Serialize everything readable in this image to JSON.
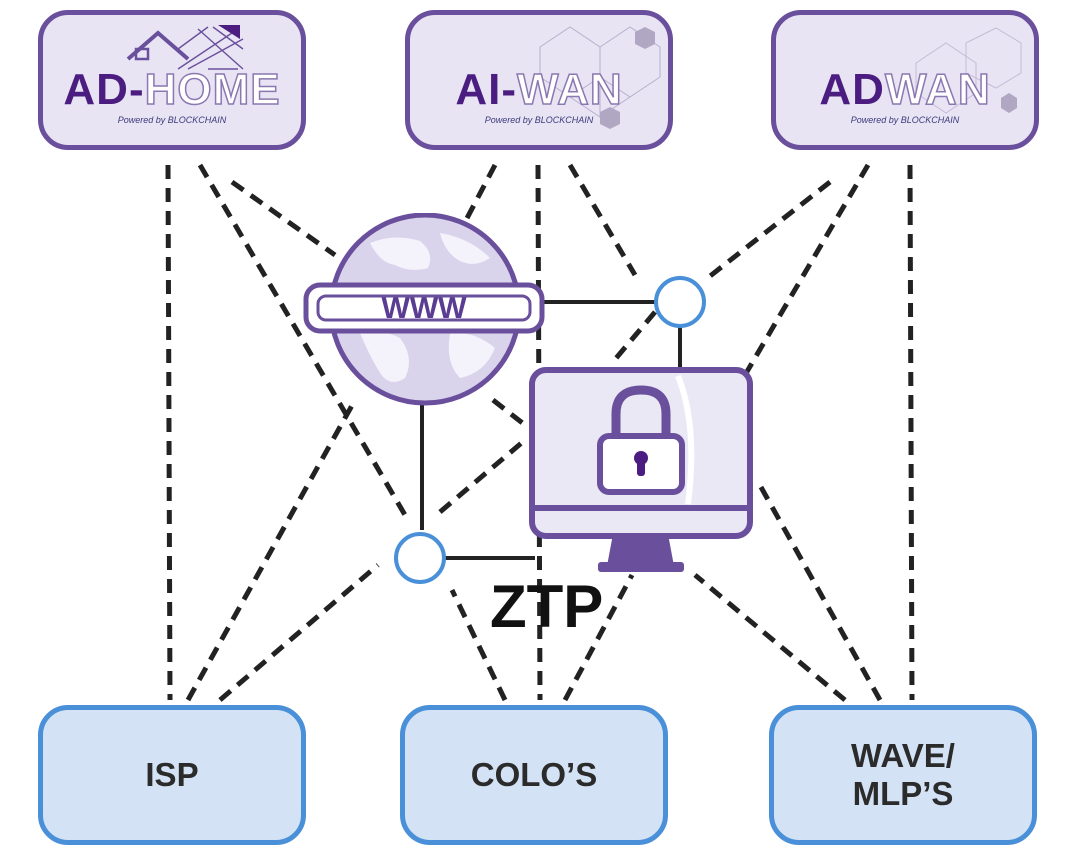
{
  "top_nodes": [
    {
      "id": "ad-home",
      "main_a": "AD-",
      "main_b": "HOME",
      "sub": "Powered by BLOCKCHAIN"
    },
    {
      "id": "ai-wan",
      "main_a": "AI-",
      "main_b": "WAN",
      "sub": "Powered by BLOCKCHAIN"
    },
    {
      "id": "adwan",
      "main_a": "AD",
      "main_b": "WAN",
      "sub": "Powered by BLOCKCHAIN"
    }
  ],
  "bottom_nodes": [
    {
      "id": "isp",
      "label": "ISP"
    },
    {
      "id": "colos",
      "label": "COLO’S"
    },
    {
      "id": "wave-mlps",
      "label": "WAVE/\nMLP’S"
    }
  ],
  "globe": {
    "label": "WWW"
  },
  "center_label": "ZTP",
  "colors": {
    "top_fill": "#e8e4f4",
    "top_border": "#6a4f9c",
    "bottom_fill": "#d3e3f5",
    "bottom_border": "#4a90d9",
    "brand_purple": "#4b1d80",
    "globe_fill": "#d9d3ec",
    "connector_blue": "#4a90d9"
  }
}
